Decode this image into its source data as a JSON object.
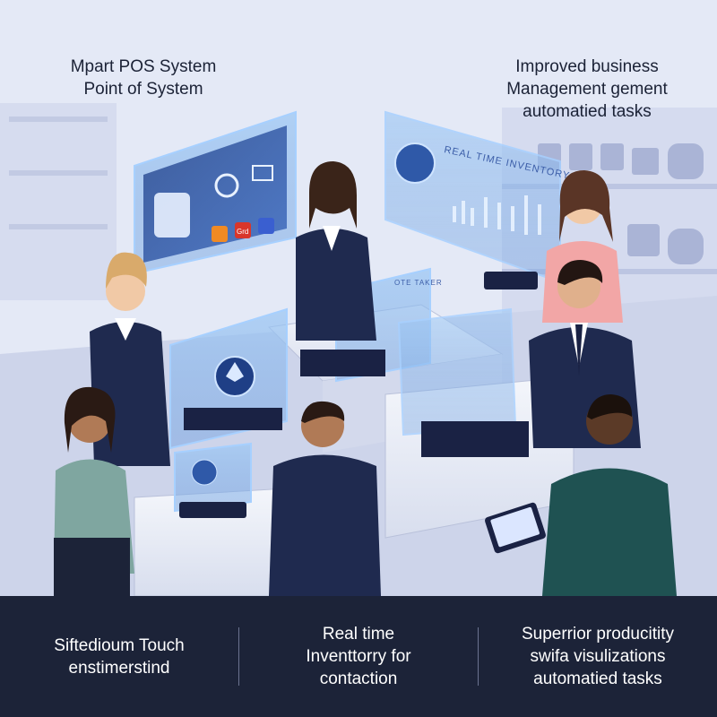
{
  "captions": {
    "top_left": [
      "Mpart POS System",
      "Point of System"
    ],
    "top_right": [
      "Improved business",
      "Management gement",
      "automatied tasks"
    ]
  },
  "hologram": {
    "inventory_label": "REAL TIME INVENTORY",
    "app_tile_label": "Grd",
    "small_panel_label": "OTE TAKER"
  },
  "footer": [
    {
      "lines": [
        "Siftedioum Touch",
        "enstimerstind"
      ]
    },
    {
      "lines": [
        "Real time",
        "Inventtorry for",
        "contaction"
      ]
    },
    {
      "lines": [
        "Superrior producitity",
        "swifa visulizations",
        "automatied tasks"
      ]
    }
  ],
  "colors": {
    "footer_bg": "#1c2338",
    "navy": "#1f2a4f",
    "holo": "#7fb2ea",
    "accent_orange": "#f08a24"
  }
}
